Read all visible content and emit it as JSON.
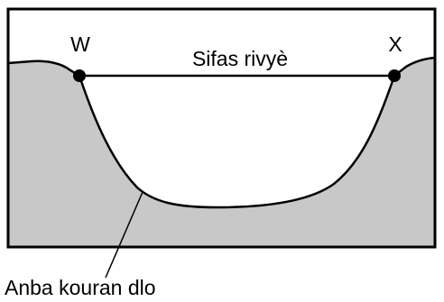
{
  "labels": {
    "point_left": "W",
    "point_right": "X",
    "surface": "Sifas rivyè",
    "bottom": "Anba kouran dlo"
  },
  "colors": {
    "land": "#c8c8c8",
    "water": "#ffffff",
    "outline": "#000000"
  }
}
